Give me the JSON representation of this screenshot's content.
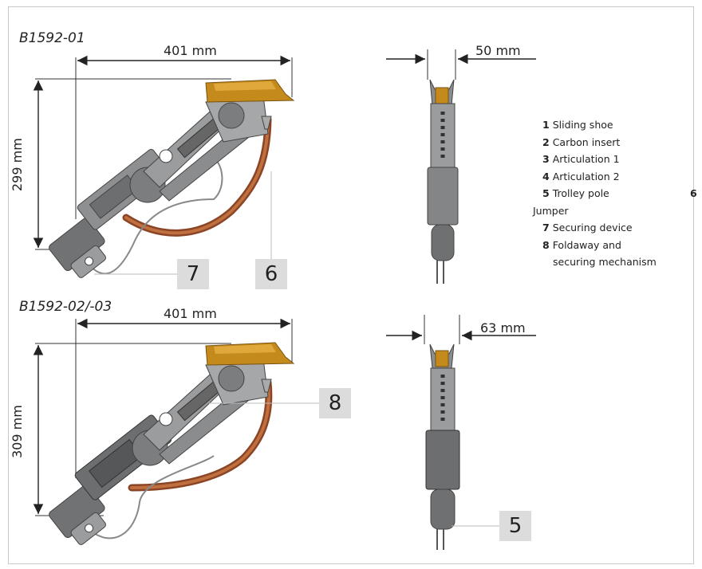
{
  "top": {
    "title": "B1592-01",
    "width_label": "401 mm",
    "height_label": "299 mm",
    "end_width_label": "50 mm",
    "callout_7": "7",
    "callout_6": "6"
  },
  "bottom": {
    "title": "B1592-02/-03",
    "width_label": "401 mm",
    "height_label": "309 mm",
    "end_width_label": "63 mm",
    "callout_8": "8",
    "callout_5": "5"
  },
  "legend": {
    "items": [
      {
        "num": "1",
        "text": "Sliding shoe"
      },
      {
        "num": "2",
        "text": "Carbon insert"
      },
      {
        "num": "3",
        "text": "Articulation 1"
      },
      {
        "num": "4",
        "text": "Articulation 2"
      },
      {
        "num": "5",
        "text": "Trolley pole"
      },
      {
        "num": "6",
        "text": "Jumper"
      },
      {
        "num": "7",
        "text": "Securing device"
      },
      {
        "num": "8",
        "text": "Foldaway and"
      }
    ],
    "item8_cont": "securing mechanism"
  },
  "colors": {
    "shoe": "#c58a1c",
    "cable": "#a0522d",
    "metal": "#8a8c8e",
    "dark_metal": "#5e6062"
  }
}
